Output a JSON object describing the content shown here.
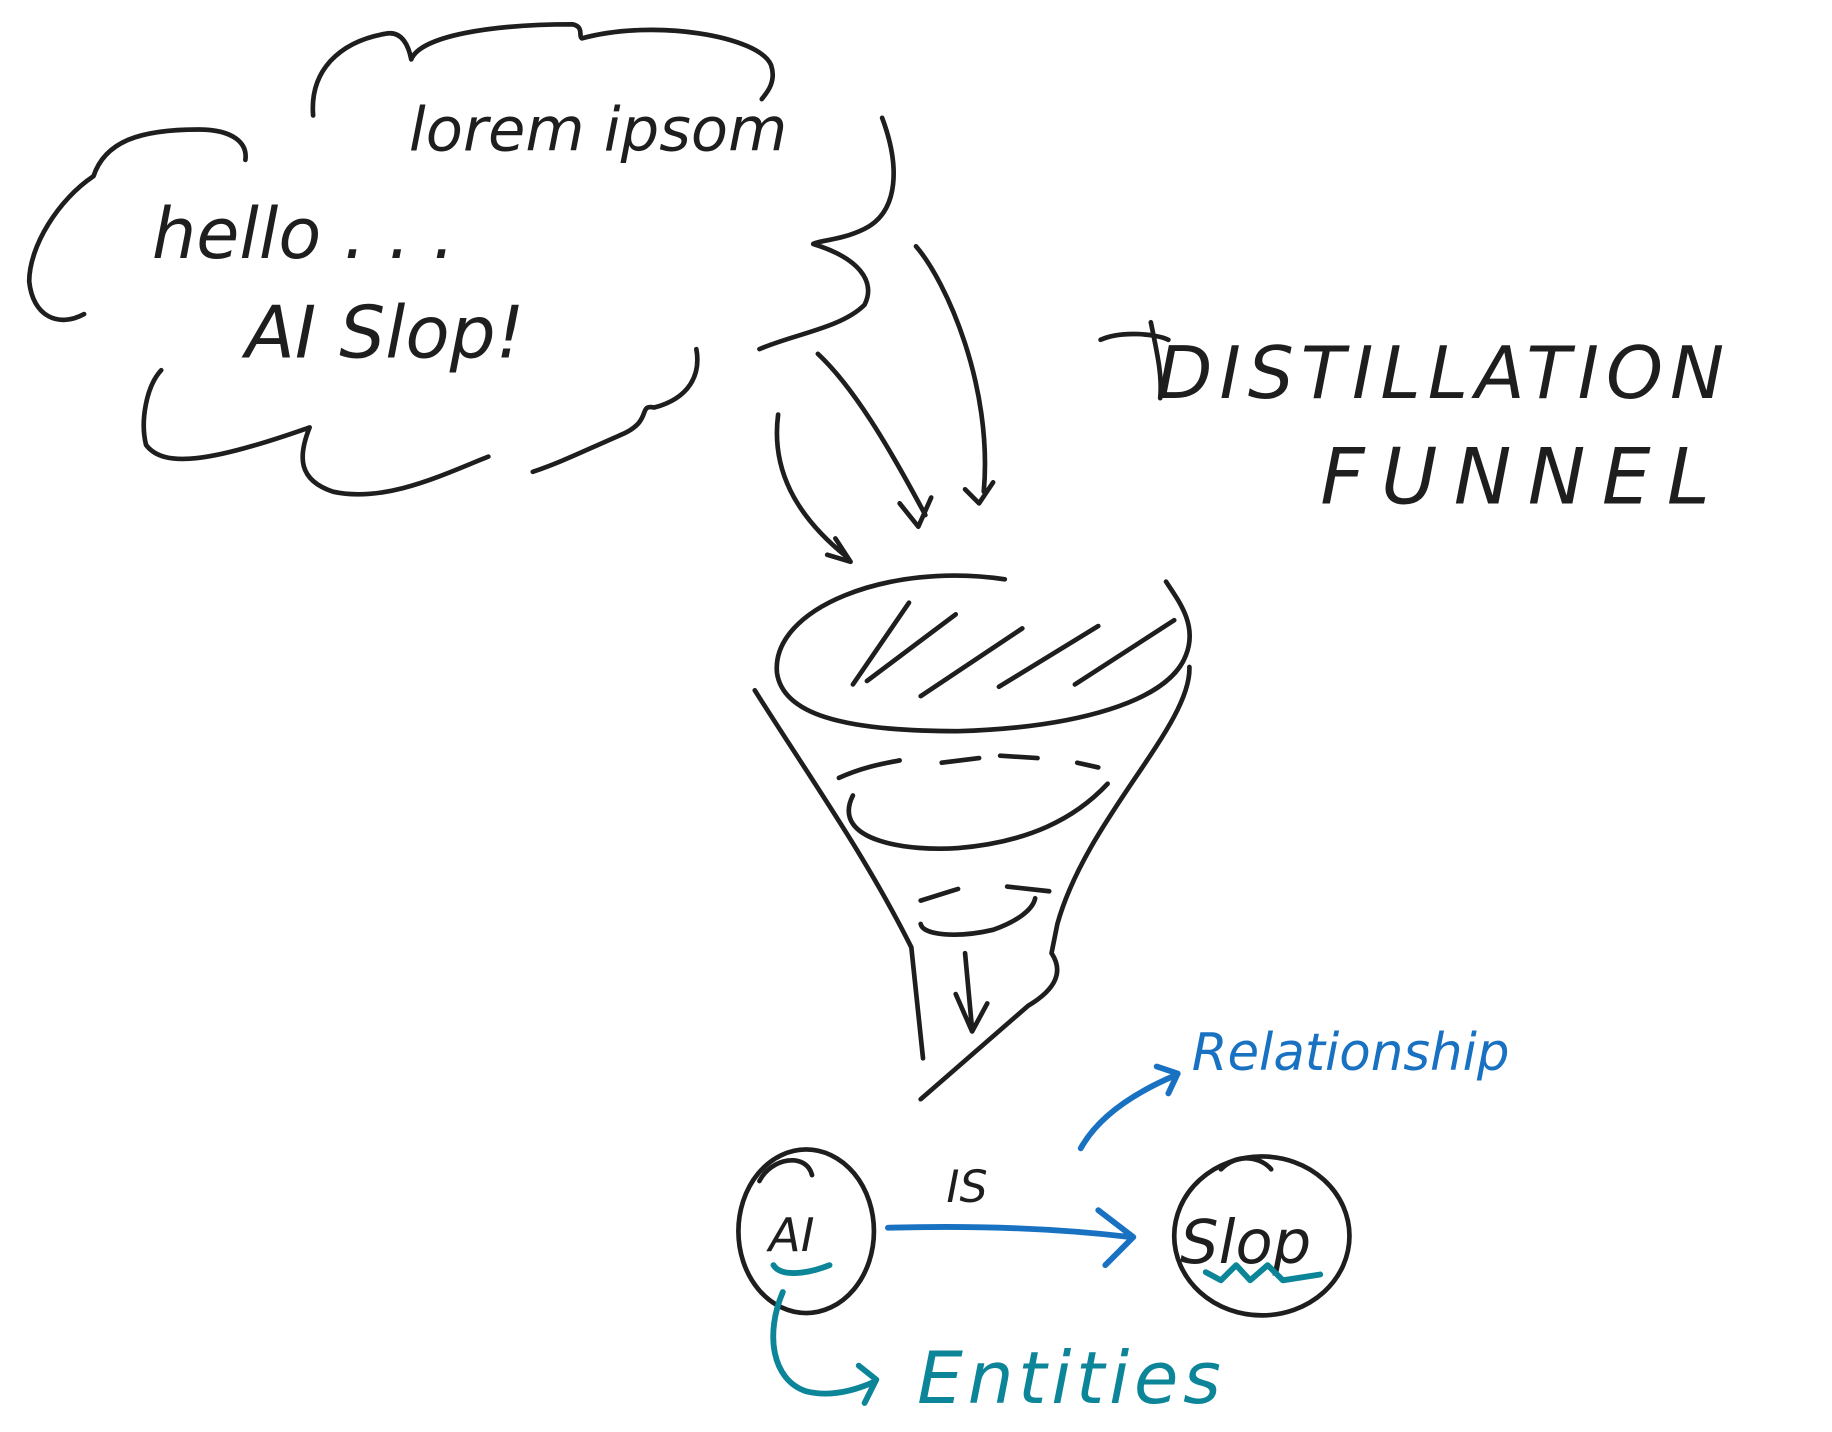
{
  "cloud": {
    "line1": "lorem ipsom",
    "line2": "hello . . .",
    "line3": "AI Slop!"
  },
  "title": {
    "line1": "DISTILLATION",
    "line2": "FUNNEL"
  },
  "graph": {
    "node_a": "AI",
    "node_b": "Slop",
    "edge_label": "IS",
    "relationship_label": "Relationship",
    "entities_label": "Entities"
  },
  "colors": {
    "ink": "#1e1e1e",
    "relationship": "#1971c2",
    "entities": "#0c8599",
    "highlight": "#b2f2bb"
  }
}
